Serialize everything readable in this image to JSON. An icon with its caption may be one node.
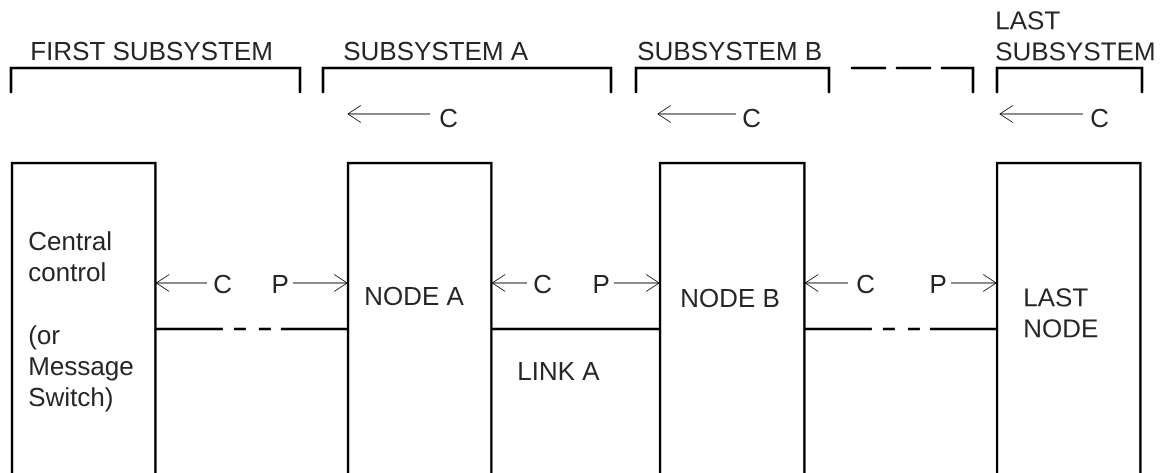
{
  "diagram": {
    "nodes": [
      {
        "text": [
          "Central control",
          "(or Message Switch)"
        ]
      },
      {
        "text": [
          "NODE A"
        ]
      },
      {
        "text": [
          "NODE B"
        ]
      },
      {
        "text": [
          "LAST NODE"
        ]
      }
    ],
    "edges": [
      {
        "from": 0,
        "to": 1,
        "arrow": "none",
        "style": "dashed"
      },
      {
        "from": 1,
        "to": 2,
        "arrow": "none",
        "label": "LINK A"
      },
      {
        "from": 2,
        "to": 3,
        "arrow": "none",
        "style": "dashed"
      },
      {
        "from": null,
        "to": 0,
        "arrow": "to",
        "label": "C"
      },
      {
        "from": null,
        "to": 1,
        "arrow": "to",
        "label": "P"
      },
      {
        "from": null,
        "to": 1,
        "arrow": "to",
        "label": "C"
      },
      {
        "from": null,
        "to": 2,
        "arrow": "to",
        "label": "P"
      },
      {
        "from": null,
        "to": 2,
        "arrow": "to",
        "label": "C"
      },
      {
        "from": null,
        "to": 3,
        "arrow": "to",
        "label": "P"
      }
    ],
    "labels": [
      "FIRST SUBSYSTEM",
      "SUBSYSTEM A",
      "SUBSYSTEM B",
      "LAST SUBSYSTEM",
      "C",
      "C",
      "C"
    ]
  }
}
